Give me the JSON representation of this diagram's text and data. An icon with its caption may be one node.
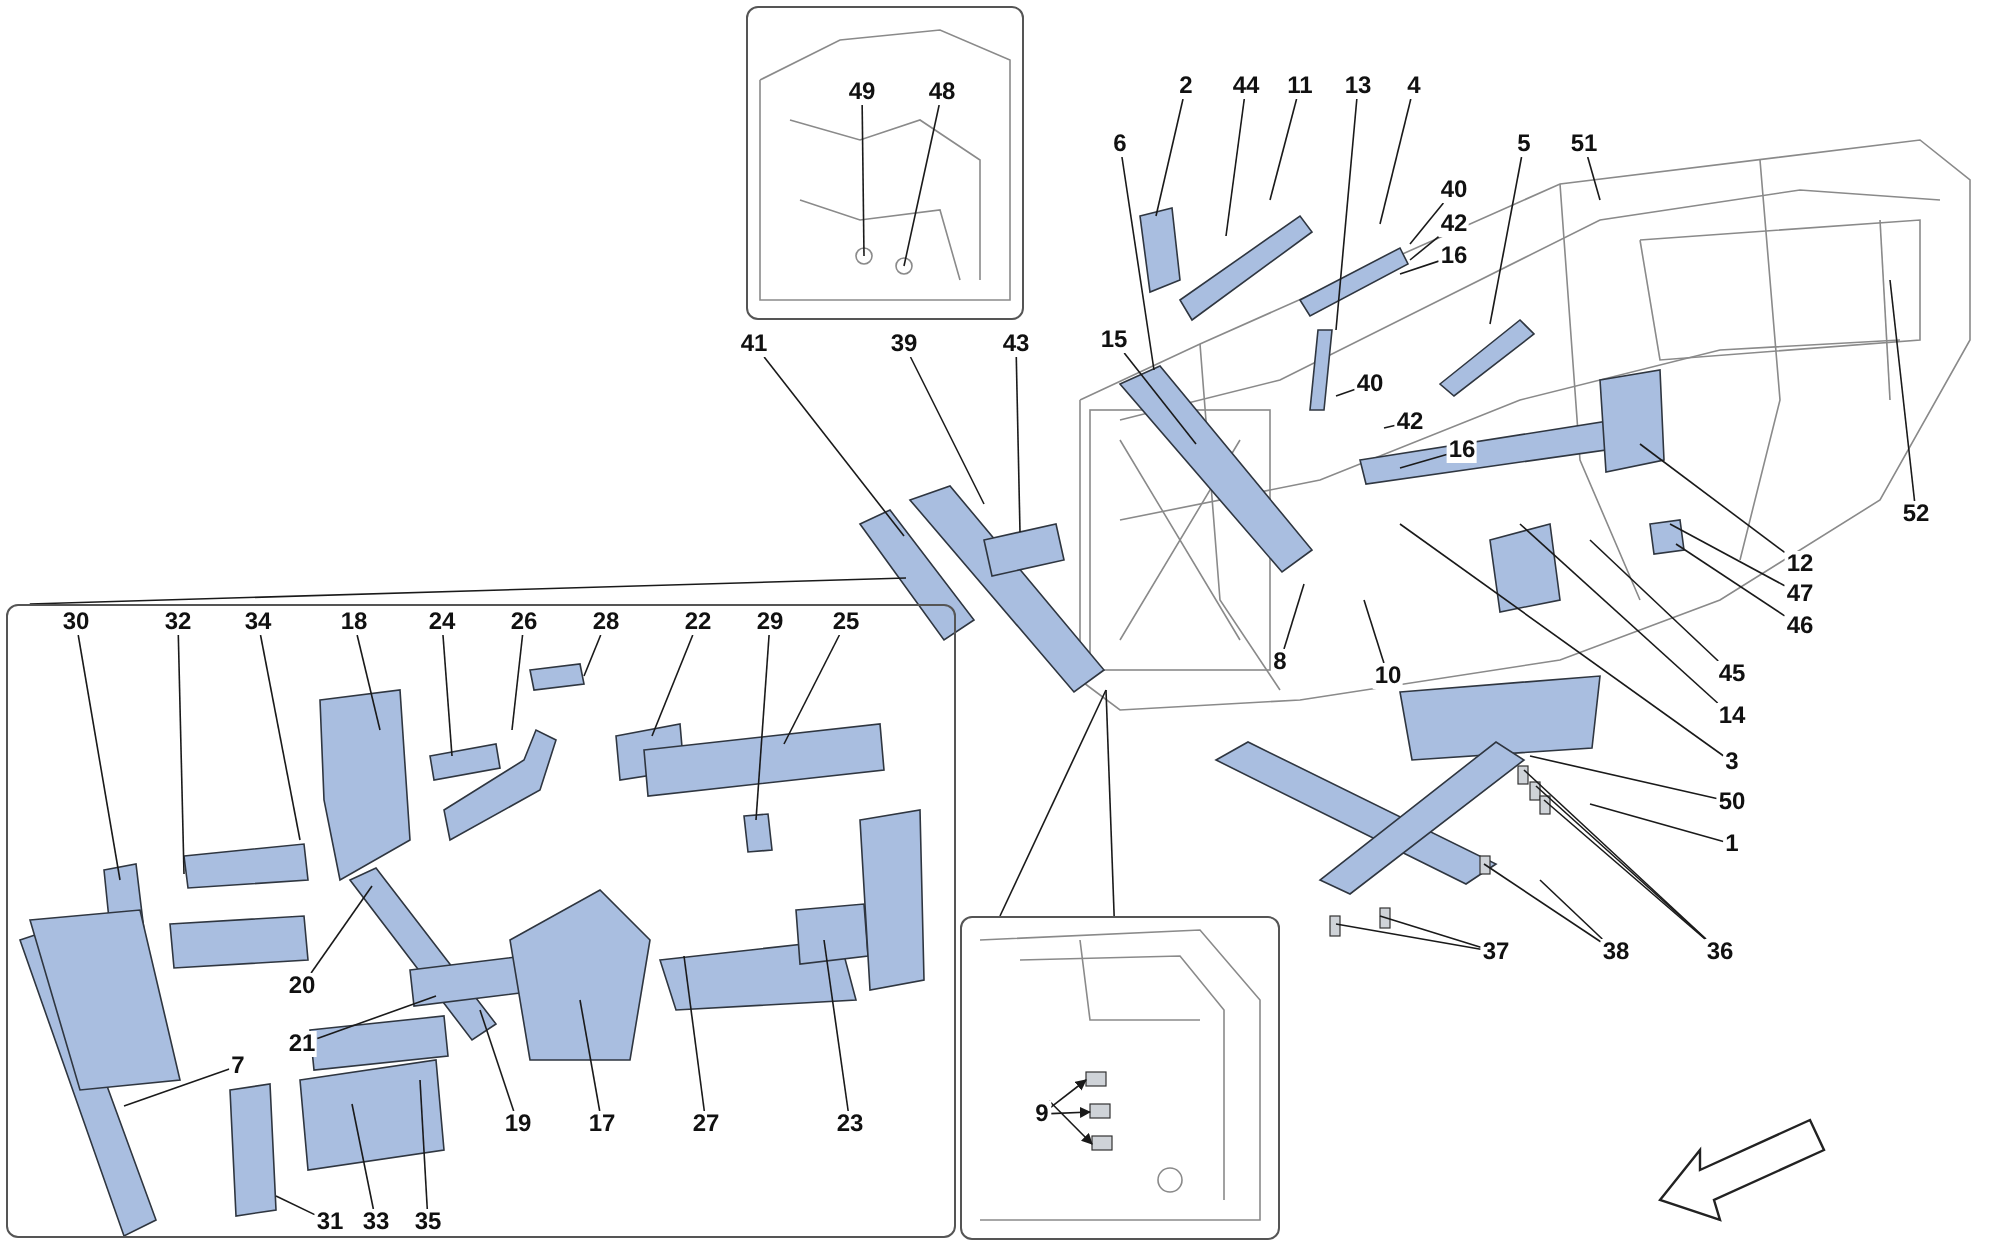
{
  "diagram": {
    "nodes": [
      {
        "text": [],
        "shape": "box"
      },
      {
        "text": [
          "49"
        ],
        "in": 0
      },
      {
        "text": [
          "48"
        ],
        "in": 0
      },
      {
        "text": [
          "2"
        ]
      },
      {
        "text": [
          "44"
        ]
      },
      {
        "text": [
          "11"
        ]
      },
      {
        "text": [
          "13"
        ]
      },
      {
        "text": [
          "4"
        ]
      },
      {
        "text": [
          "5"
        ]
      },
      {
        "text": [
          "51"
        ]
      },
      {
        "text": [
          "6"
        ]
      },
      {
        "text": [
          "40"
        ]
      },
      {
        "text": [
          "42"
        ]
      },
      {
        "text": [
          "16"
        ]
      },
      {
        "text": [
          "15"
        ]
      },
      {
        "text": [
          "43"
        ]
      },
      {
        "text": [
          "39"
        ]
      },
      {
        "text": [
          "41"
        ]
      },
      {
        "text": [
          "40"
        ]
      },
      {
        "text": [
          "42"
        ]
      },
      {
        "text": [
          "16"
        ]
      },
      {
        "text": [
          "12"
        ]
      },
      {
        "text": [
          "47"
        ]
      },
      {
        "text": [
          "46"
        ]
      },
      {
        "text": [
          "45"
        ]
      },
      {
        "text": [
          "14"
        ]
      },
      {
        "text": [
          "3"
        ]
      },
      {
        "text": [
          "50"
        ]
      },
      {
        "text": [
          "1"
        ]
      },
      {
        "text": [
          "8"
        ]
      },
      {
        "text": [
          "10"
        ]
      },
      {
        "text": [
          "52"
        ]
      },
      {
        "text": [
          "36"
        ]
      },
      {
        "text": [
          "38"
        ]
      },
      {
        "text": [
          "37"
        ]
      },
      {
        "text": [],
        "shape": "box"
      },
      {
        "text": [
          "30"
        ],
        "in": 35
      },
      {
        "text": [
          "32"
        ],
        "in": 35
      },
      {
        "text": [
          "34"
        ],
        "in": 35
      },
      {
        "text": [
          "18"
        ],
        "in": 35
      },
      {
        "text": [
          "24"
        ],
        "in": 35
      },
      {
        "text": [
          "26"
        ],
        "in": 35
      },
      {
        "text": [
          "28"
        ],
        "in": 35
      },
      {
        "text": [
          "22"
        ],
        "in": 35
      },
      {
        "text": [
          "29"
        ],
        "in": 35
      },
      {
        "text": [
          "25"
        ],
        "in": 35
      },
      {
        "text": [
          "20"
        ],
        "in": 35
      },
      {
        "text": [
          "21"
        ],
        "in": 35
      },
      {
        "text": [
          "7"
        ],
        "in": 35
      },
      {
        "text": [
          "19"
        ],
        "in": 35
      },
      {
        "text": [
          "17"
        ],
        "in": 35
      },
      {
        "text": [
          "27"
        ],
        "in": 35
      },
      {
        "text": [
          "23"
        ],
        "in": 35
      },
      {
        "text": [
          "31"
        ],
        "in": 35
      },
      {
        "text": [
          "33"
        ],
        "in": 35
      },
      {
        "text": [
          "35"
        ],
        "in": 35
      },
      {
        "text": [],
        "shape": "box"
      },
      {
        "text": [
          "9"
        ],
        "in": 56
      }
    ],
    "edges": [
      {
        "from": 1,
        "to": null,
        "arrow": "none"
      },
      {
        "from": 2,
        "to": null,
        "arrow": "none"
      },
      {
        "from": 3,
        "to": null,
        "arrow": "none"
      },
      {
        "from": 4,
        "to": null,
        "arrow": "none"
      },
      {
        "from": 5,
        "to": null,
        "arrow": "none"
      },
      {
        "from": 6,
        "to": null,
        "arrow": "none"
      },
      {
        "from": 7,
        "to": null,
        "arrow": "none"
      },
      {
        "from": 8,
        "to": null,
        "arrow": "none"
      },
      {
        "from": 9,
        "to": null,
        "arrow": "none"
      },
      {
        "from": 10,
        "to": null,
        "arrow": "none"
      },
      {
        "from": 11,
        "to": null,
        "arrow": "none"
      },
      {
        "from": 12,
        "to": null,
        "arrow": "none"
      },
      {
        "from": 13,
        "to": null,
        "arrow": "none"
      },
      {
        "from": 14,
        "to": null,
        "arrow": "none"
      },
      {
        "from": 15,
        "to": null,
        "arrow": "none"
      },
      {
        "from": 16,
        "to": null,
        "arrow": "none"
      },
      {
        "from": 17,
        "to": null,
        "arrow": "none"
      },
      {
        "from": 18,
        "to": null,
        "arrow": "none"
      },
      {
        "from": 19,
        "to": null,
        "arrow": "none"
      },
      {
        "from": 20,
        "to": null,
        "arrow": "none"
      },
      {
        "from": 21,
        "to": null,
        "arrow": "none"
      },
      {
        "from": 22,
        "to": null,
        "arrow": "none"
      },
      {
        "from": 23,
        "to": null,
        "arrow": "none"
      },
      {
        "from": 24,
        "to": null,
        "arrow": "none"
      },
      {
        "from": 25,
        "to": null,
        "arrow": "none"
      },
      {
        "from": 26,
        "to": null,
        "arrow": "none"
      },
      {
        "from": 27,
        "to": null,
        "arrow": "none"
      },
      {
        "from": 28,
        "to": null,
        "arrow": "none"
      },
      {
        "from": 29,
        "to": null,
        "arrow": "none"
      },
      {
        "from": 30,
        "to": null,
        "arrow": "none"
      },
      {
        "from": 31,
        "to": null,
        "arrow": "none"
      },
      {
        "from": 32,
        "to": null,
        "arrow": "none"
      },
      {
        "from": 32,
        "to": null,
        "arrow": "none"
      },
      {
        "from": 32,
        "to": null,
        "arrow": "none"
      },
      {
        "from": 33,
        "to": null,
        "arrow": "none"
      },
      {
        "from": 33,
        "to": null,
        "arrow": "none"
      },
      {
        "from": 34,
        "to": null,
        "arrow": "none"
      },
      {
        "from": 34,
        "to": null,
        "arrow": "none"
      },
      {
        "from": 36,
        "to": null,
        "arrow": "none"
      },
      {
        "from": 37,
        "to": null,
        "arrow": "none"
      },
      {
        "from": 38,
        "to": null,
        "arrow": "none"
      },
      {
        "from": 39,
        "to": null,
        "arrow": "none"
      },
      {
        "from": 40,
        "to": null,
        "arrow": "none"
      },
      {
        "from": 41,
        "to": null,
        "arrow": "none"
      },
      {
        "from": 42,
        "to": null,
        "arrow": "none"
      },
      {
        "from": 43,
        "to": null,
        "arrow": "none"
      },
      {
        "from": 44,
        "to": null,
        "arrow": "none"
      },
      {
        "from": 45,
        "to": null,
        "arrow": "none"
      },
      {
        "from": 46,
        "to": null,
        "arrow": "none"
      },
      {
        "from": 47,
        "to": null,
        "arrow": "none"
      },
      {
        "from": 48,
        "to": null,
        "arrow": "none"
      },
      {
        "from": 49,
        "to": null,
        "arrow": "none"
      },
      {
        "from": 50,
        "to": null,
        "arrow": "none"
      },
      {
        "from": 51,
        "to": null,
        "arrow": "none"
      },
      {
        "from": 52,
        "to": null,
        "arrow": "none"
      },
      {
        "from": 53,
        "to": null,
        "arrow": "none"
      },
      {
        "from": 54,
        "to": null,
        "arrow": "none"
      },
      {
        "from": 55,
        "to": null,
        "arrow": "none"
      },
      {
        "from": 57,
        "to": null,
        "arrow": "to"
      },
      {
        "from": 57,
        "to": null,
        "arrow": "to"
      },
      {
        "from": 57,
        "to": null,
        "arrow": "to"
      },
      {
        "from": 35,
        "to": null,
        "arrow": "none"
      },
      {
        "from": 56,
        "to": null,
        "arrow": "none"
      },
      {
        "from": 56,
        "to": null,
        "arrow": "none"
      }
    ]
  }
}
